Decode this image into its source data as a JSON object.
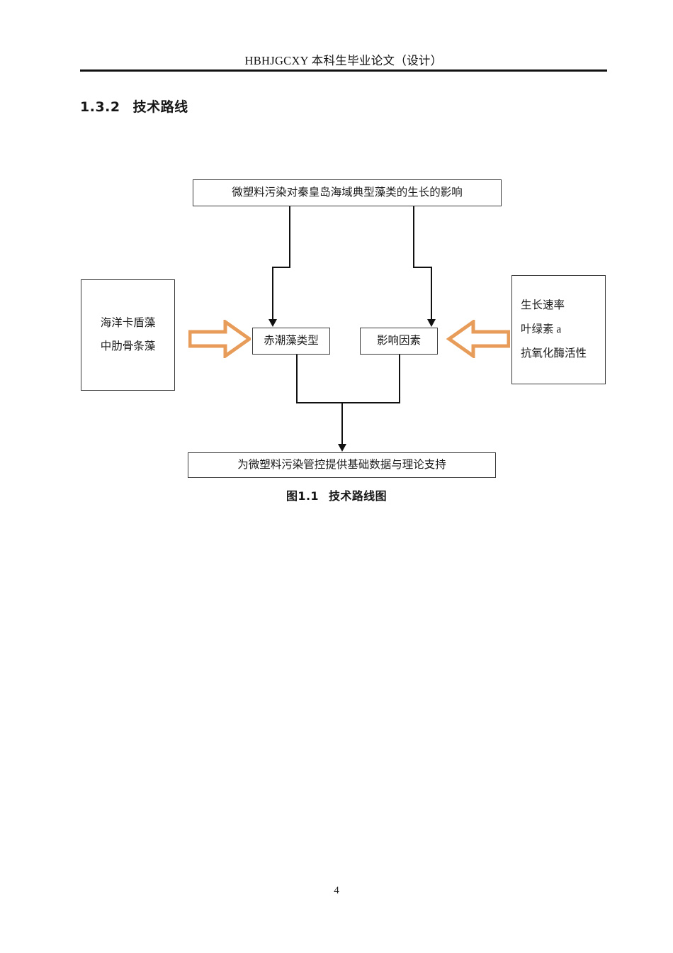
{
  "document": {
    "header_title": "HBHJGCXY 本科生毕业论文（设计）",
    "page_number": "4"
  },
  "section": {
    "number": "1.3.2",
    "title": "技术路线"
  },
  "figure": {
    "caption_number": "图1.1",
    "caption_title": "技术路线图",
    "accent_color": "#E89C5A",
    "line_color": "#111111",
    "box_border_color": "#3b3b3b",
    "nodes": {
      "topic": "微塑料污染对秦皇岛海域典型藻类的生长的影响",
      "species": {
        "line1": "海洋卡盾藻",
        "line2": "中肋骨条藻"
      },
      "algae_type": "赤潮藻类型",
      "factors": "影响因素",
      "indicators": {
        "line1": "生长速率",
        "line2": "叶绿素 a",
        "line3": "抗氧化酶活性"
      },
      "outcome": "为微塑料污染管控提供基础数据与理论支持"
    }
  }
}
